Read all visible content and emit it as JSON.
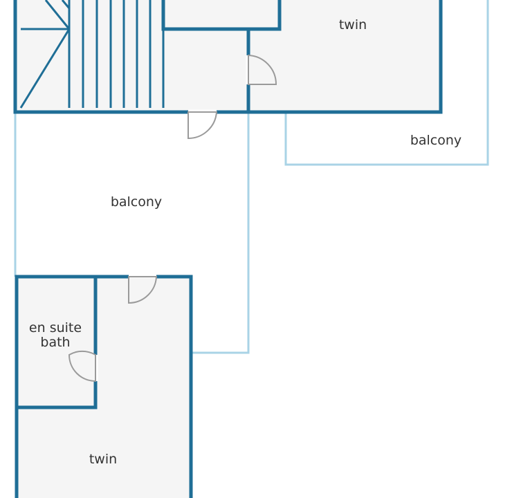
{
  "rooms": {
    "twin_top": "twin",
    "balcony_right": "balcony",
    "balcony_middle": "balcony",
    "en_suite_line1": "en suite",
    "en_suite_line2": "bath",
    "twin_bottom": "twin"
  },
  "colors": {
    "wall": "#1f6e96",
    "balcony_outline": "#a9d3e6",
    "room_fill": "#f5f5f5",
    "door": "#9a9a9a",
    "label": "#333333"
  }
}
